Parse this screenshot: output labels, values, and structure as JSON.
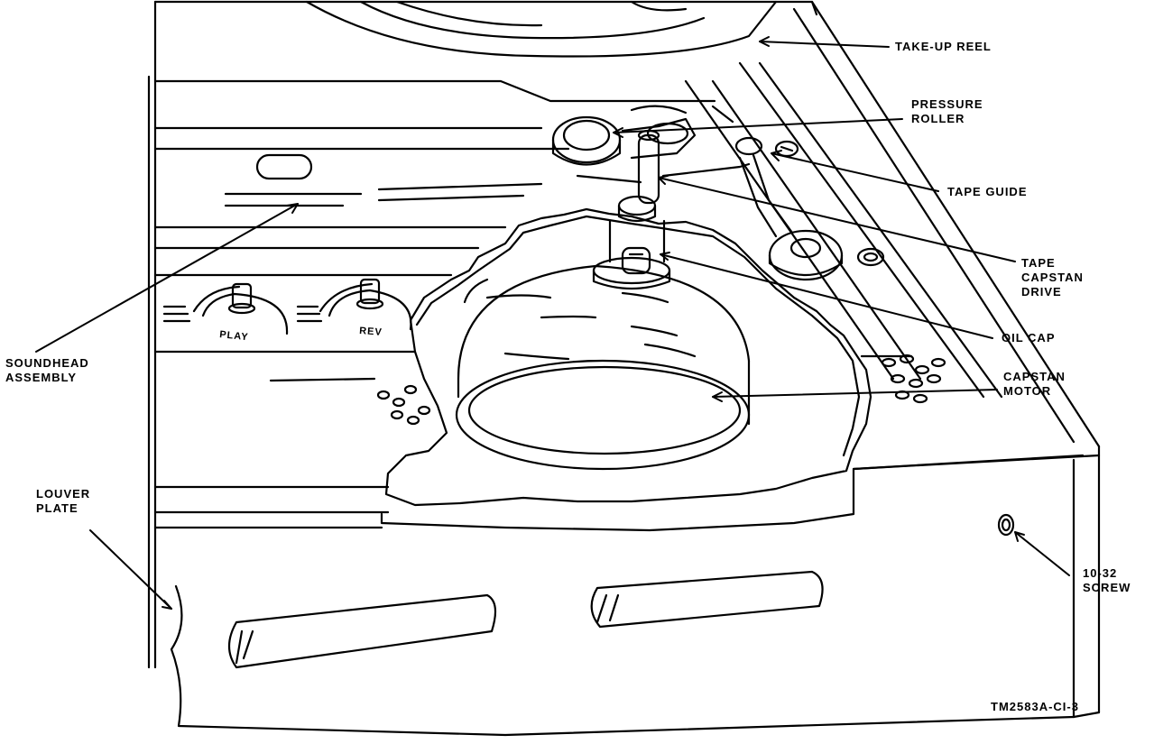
{
  "labels": {
    "take_up_reel": "TAKE-UP REEL",
    "pressure_roller": [
      "PRESSURE",
      "ROLLER"
    ],
    "tape_guide": "TAPE GUIDE",
    "tape_capstan_drive": [
      "TAPE",
      "CAPSTAN",
      "DRIVE"
    ],
    "oil_cap": "OIL CAP",
    "capstan_motor": [
      "CAPSTAN",
      "MOTOR"
    ],
    "soundhead_assembly": [
      "SOUNDHEAD",
      "ASSEMBLY"
    ],
    "louver_plate": [
      "LOUVER",
      "PLATE"
    ],
    "screw": [
      "10-32",
      "SCREW"
    ]
  },
  "panel_text": {
    "play": "PLAY",
    "rev": "REV"
  },
  "figure_number": "TM2583A-CI-3",
  "colors": {
    "ink": "#000000",
    "paper": "#ffffff"
  }
}
